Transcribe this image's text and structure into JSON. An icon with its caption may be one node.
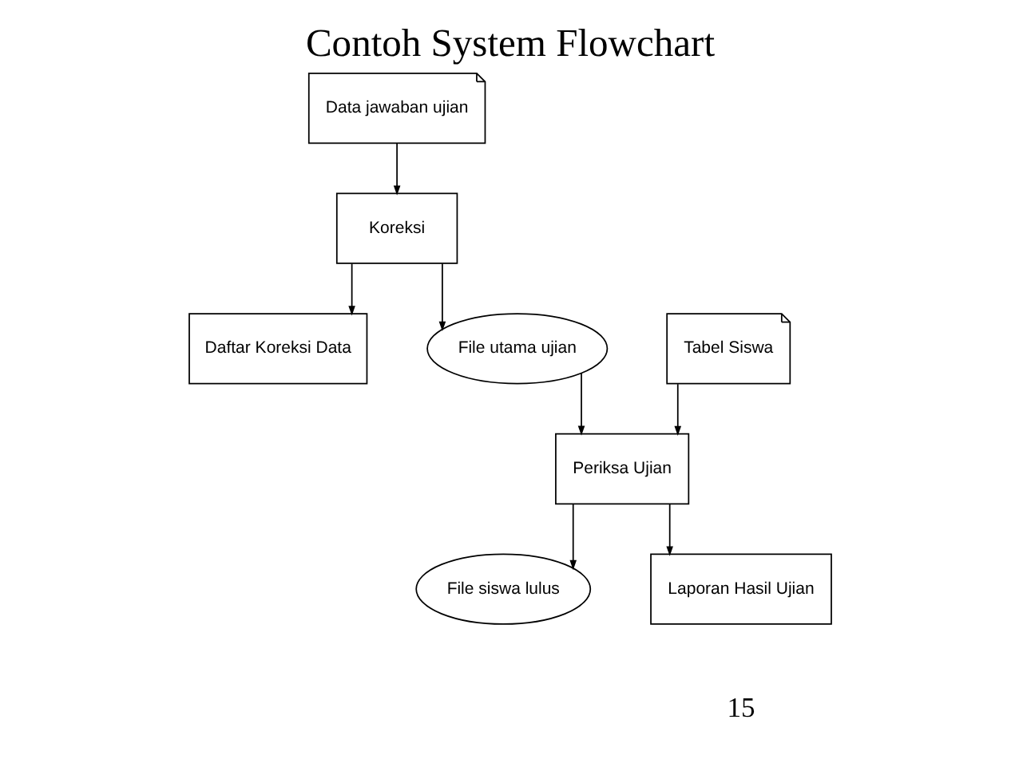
{
  "diagram": {
    "title": "Contoh System Flowchart",
    "nodes": [
      {
        "text": [
          "Data jawaban ujian"
        ]
      },
      {
        "text": [
          "Koreksi"
        ]
      },
      {
        "text": [
          "Daftar Koreksi Data"
        ]
      },
      {
        "text": [
          "File utama ujian"
        ]
      },
      {
        "text": [
          "Tabel Siswa"
        ]
      },
      {
        "text": [
          "Periksa Ujian"
        ]
      },
      {
        "text": [
          "File siswa lulus"
        ]
      },
      {
        "text": [
          "Laporan Hasil Ujian"
        ]
      }
    ],
    "edges": [
      {
        "from": 0,
        "to": 1,
        "arrow": "to"
      },
      {
        "from": 1,
        "to": 2,
        "arrow": "to"
      },
      {
        "from": 1,
        "to": 3,
        "arrow": "to"
      },
      {
        "from": 3,
        "to": 5,
        "arrow": "to"
      },
      {
        "from": 4,
        "to": 5,
        "arrow": "to"
      },
      {
        "from": 5,
        "to": 6,
        "arrow": "to"
      },
      {
        "from": 5,
        "to": 7,
        "arrow": "to"
      }
    ],
    "labels": [
      "15"
    ]
  }
}
